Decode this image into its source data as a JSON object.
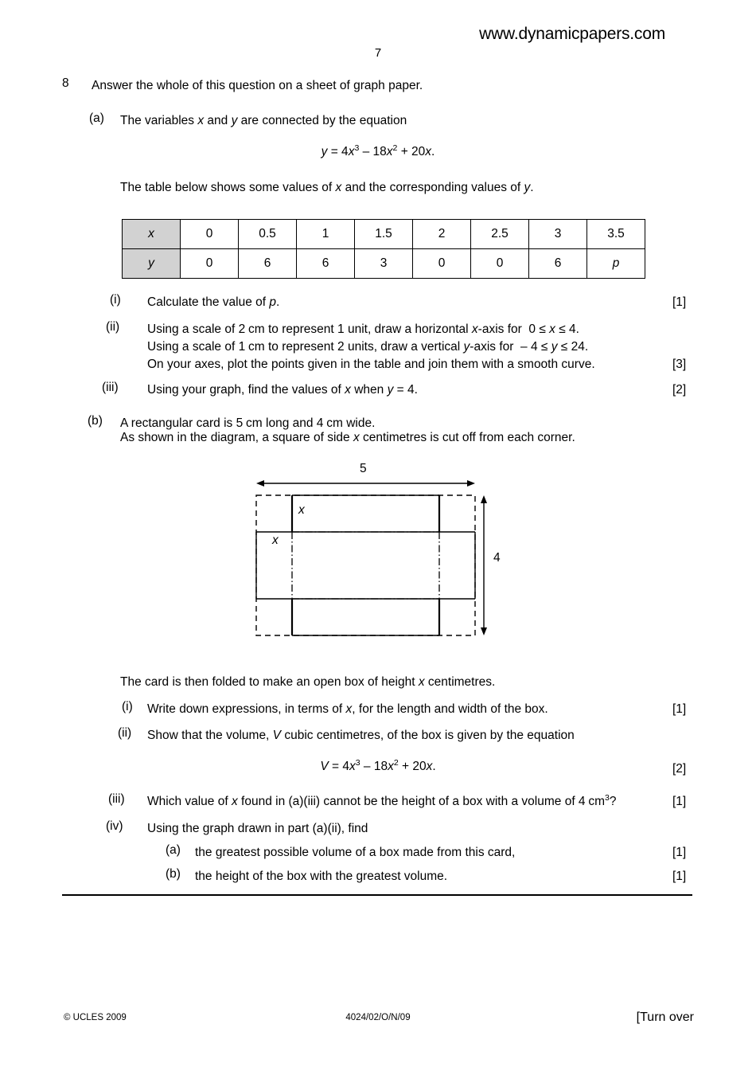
{
  "header": {
    "watermark": "www.dynamicpapers.com",
    "page_number": "7"
  },
  "question": {
    "number": "8",
    "stem": "Answer the whole of this question on a sheet of graph paper."
  },
  "part_a": {
    "label": "(a)",
    "intro": "The variables x and y are connected by the equation",
    "equation": "y = 4x3 – 18x2 + 20x.",
    "table_intro": "The table below shows some values of x and the corresponding values of y.",
    "table": {
      "row_headers": [
        "x",
        "y"
      ],
      "x_values": [
        "0",
        "0.5",
        "1",
        "1.5",
        "2",
        "2.5",
        "3",
        "3.5"
      ],
      "y_values": [
        "0",
        "6",
        "6",
        "3",
        "0",
        "0",
        "6",
        "p"
      ]
    },
    "items": [
      {
        "label": "(i)",
        "lines": [
          "Calculate the value of p."
        ],
        "marks": "[1]"
      },
      {
        "label": "(ii)",
        "lines": [
          "Using a scale of 2 cm to represent 1 unit, draw a horizontal x-axis for  0 ≤ x ≤ 4.",
          "Using a scale of 1 cm to represent 2 units, draw a vertical y-axis for  – 4 ≤ y ≤ 24.",
          "On your axes, plot the points given in the table and join them with a smooth curve."
        ],
        "marks": "[3]"
      },
      {
        "label": "(iii)",
        "lines": [
          "Using your graph, find the values of x when y = 4."
        ],
        "marks": "[2]"
      }
    ]
  },
  "part_b": {
    "label": "(b)",
    "lines": [
      "A rectangular card is 5 cm long and 4 cm wide.",
      "As shown in the diagram, a square of side x centimetres is cut off from each corner."
    ],
    "diagram": {
      "width_label": "5",
      "height_label": "4",
      "corner_label_top": "x",
      "corner_label_left": "x"
    },
    "fold_text": "The card is then folded to make an open box of height x centimetres.",
    "items": [
      {
        "label": "(i)",
        "lines": [
          "Write down expressions, in terms of x, for the length and width of the box."
        ],
        "marks": "[1]"
      },
      {
        "label": "(ii)",
        "lines": [
          "Show that the volume, V cubic centimetres, of the box is given by the equation"
        ],
        "equation": "V = 4x3 – 18x2 + 20x.",
        "marks": "[2]"
      },
      {
        "label": "(iii)",
        "lines": [
          "Which value of x found in (a)(iii) cannot be the height of a box with a volume of 4 cm3?"
        ],
        "marks": "[1]"
      },
      {
        "label": "(iv)",
        "lines": [
          "Using the graph drawn in part (a)(ii), find"
        ],
        "marks": "",
        "subitems": [
          {
            "label": "(a)",
            "text": "the greatest possible volume of a box made from this card,",
            "marks": "[1]"
          },
          {
            "label": "(b)",
            "text": "the height of the box with the greatest volume.",
            "marks": "[1]"
          }
        ]
      }
    ]
  },
  "footer": {
    "copyright": "© UCLES 2009",
    "paper_code": "4024/02/O/N/09",
    "turn_over": "[Turn over"
  }
}
